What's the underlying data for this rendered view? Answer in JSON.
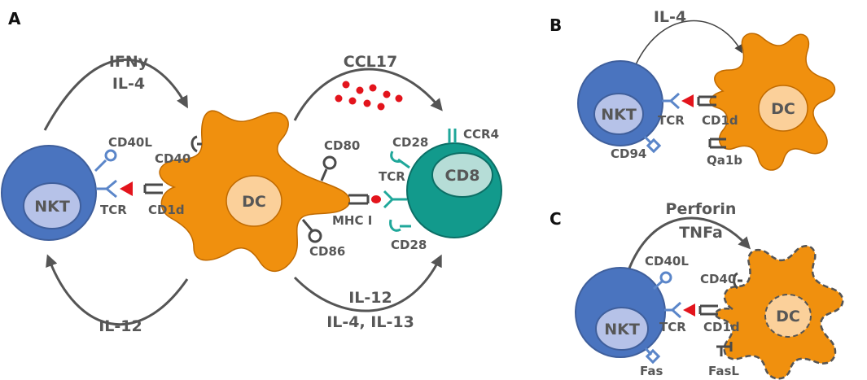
{
  "colors": {
    "nkt_outer": "#4a74bf",
    "nkt_inner": "#b6c2e8",
    "dc_body": "#f0900e",
    "dc_nucleus": "#fbd09a",
    "cd8_outer": "#129a8c",
    "cd8_inner": "#b6ddd7",
    "receptor_blue": "#5b86c9",
    "receptor_teal": "#1fa79a",
    "receptor_dark": "#4a4a4a",
    "antigen_red": "#e3141c",
    "arrow_gray": "#555555"
  },
  "panels": {
    "A": {
      "letter": "A",
      "cells": {
        "nkt": "NKT",
        "dc": "DC",
        "cd8": "CD8"
      },
      "top_left_cytokines": [
        "IFNy",
        "IL-4"
      ],
      "bottom_left_cytokine": "IL-12",
      "top_right_chemokine": "CCL17",
      "bottom_right_cytokines": [
        "IL-12",
        "IL-4, IL-13"
      ],
      "molecules": {
        "cd40l": "CD40L",
        "cd40": "CD40",
        "tcr_nkt": "TCR",
        "cd1d": "CD1d",
        "cd80": "CD80",
        "cd86": "CD86",
        "mhc1": "MHC I",
        "tcr_cd8": "TCR",
        "cd28_top": "CD28",
        "cd28_bottom": "CD28",
        "ccr4": "CCR4"
      }
    },
    "B": {
      "letter": "B",
      "cells": {
        "nkt": "NKT",
        "dc": "DC"
      },
      "cytokine": "IL-4",
      "molecules": {
        "tcr": "TCR",
        "cd1d": "CD1d",
        "cd94": "CD94",
        "qa1b": "Qa1b"
      }
    },
    "C": {
      "letter": "C",
      "cells": {
        "nkt": "NKT",
        "dc": "DC"
      },
      "mediators": [
        "Perforin",
        "TNFa"
      ],
      "molecules": {
        "cd40l": "CD40L",
        "cd40": "CD40",
        "tcr": "TCR",
        "cd1d": "CD1d",
        "fas": "Fas",
        "fasl": "FasL"
      }
    }
  }
}
